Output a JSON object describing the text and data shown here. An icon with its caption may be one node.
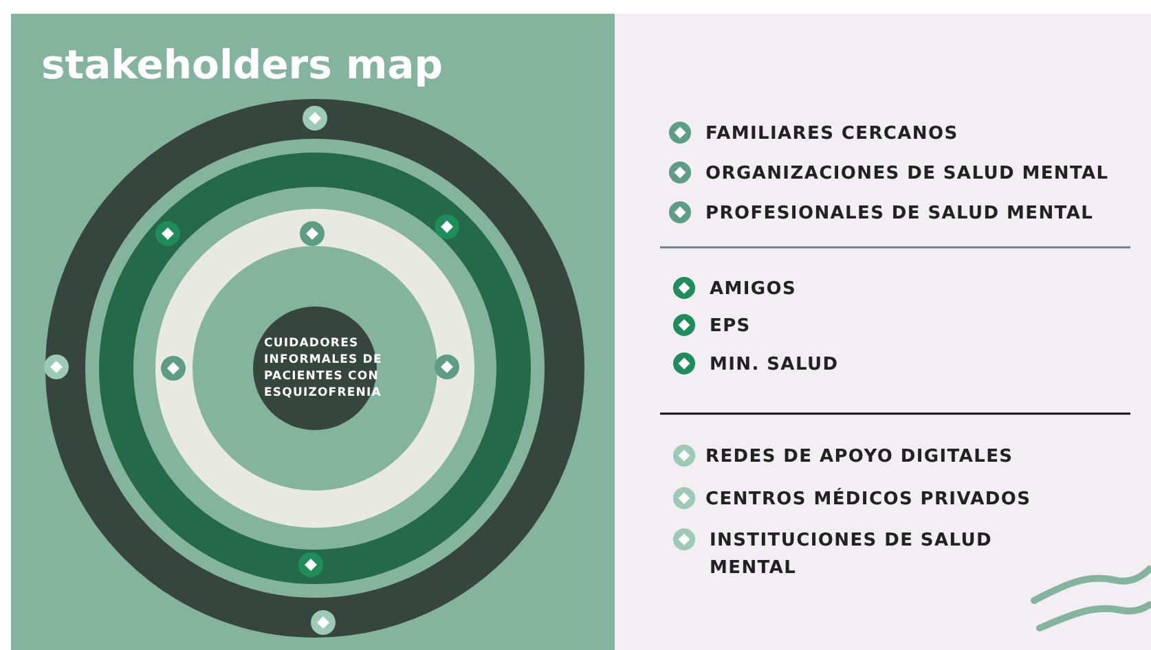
{
  "diagram": {
    "title": "stakeholders map",
    "nodes": [
      {
        "text": [
          "CUIDADORES INFORMALES DE PACIENTES CON ESQUIZOFRENIA"
        ]
      }
    ],
    "legend": [
      {
        "text": "FAMILIARES CERCANOS",
        "color": "#5f9c86"
      },
      {
        "text": "ORGANIZACIONES DE SALUD MENTAL",
        "color": "#5f9c86"
      },
      {
        "text": "PROFESIONALES DE SALUD MENTAL",
        "color": "#5f9c86"
      },
      {
        "text": "AMIGOS",
        "color": "#1f8c5c"
      },
      {
        "text": "EPS",
        "color": "#1f8c5c"
      },
      {
        "text": "MIN. SALUD",
        "color": "#1f8c5c"
      },
      {
        "text": "REDES DE APOYO DIGITALES",
        "color": "#9ccab4"
      },
      {
        "text": "CENTROS MÉDICOS PRIVADOS",
        "color": "#9ccab4"
      },
      {
        "text": "INSTITUCIONES DE SALUD MENTAL",
        "color": "#9ccab4"
      }
    ]
  }
}
